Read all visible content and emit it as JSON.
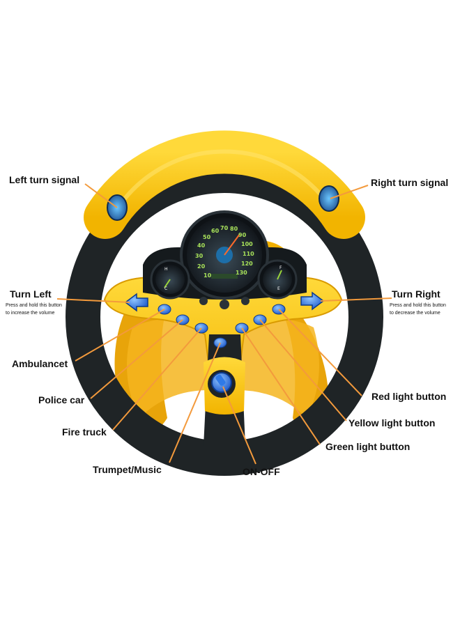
{
  "colors": {
    "rim_yellow": "#f7c313",
    "rim_black": "#1f2426",
    "accent_orange": "#f39a3c",
    "button_blue": "#1e5fd6",
    "gauge_green": "#9bd63a"
  },
  "labels": {
    "left_turn_signal": "Left turn signal",
    "right_turn_signal": "Right turn signal",
    "turn_left": "Turn Left",
    "turn_left_note_1": "Press and hold this button",
    "turn_left_note_2": "to increase the volume",
    "turn_right": "Turn Right",
    "turn_right_note_1": "Press and hold this button",
    "turn_right_note_2": "to  decrease the volume",
    "ambulance": "Ambulancet",
    "police_car": "Police car",
    "fire_truck": "Fire truck",
    "trumpet_music": "Trumpet/Music",
    "on_off": "ON-OFF",
    "red_light": "Red light button",
    "yellow_light": "Yellow light button",
    "green_light": "Green light button"
  },
  "speedometer": {
    "ticks": [
      "10",
      "20",
      "30",
      "40",
      "50",
      "60",
      "70",
      "80",
      "90",
      "100",
      "110",
      "120",
      "130"
    ]
  },
  "gauges": {
    "left_top": "H",
    "left_bottom": "C",
    "right_top": "F",
    "right_bottom": "E"
  }
}
